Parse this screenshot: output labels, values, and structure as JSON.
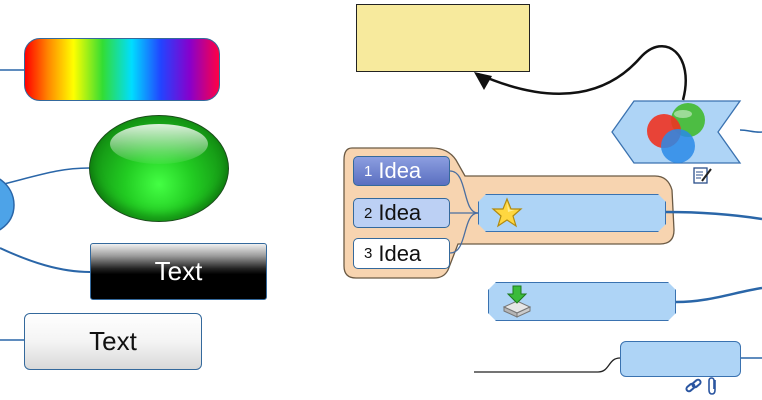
{
  "left_nodes": {
    "black_button_label": "Text",
    "white_button_label": "Text"
  },
  "idea_group": {
    "items": [
      {
        "number": "1",
        "label": "Idea"
      },
      {
        "number": "2",
        "label": "Idea"
      },
      {
        "number": "3",
        "label": "Idea"
      }
    ]
  },
  "icons": {
    "flag_topic": "color-circles-icon",
    "flag_badge": "edit-note-icon",
    "star_topic": "star-icon",
    "download_topic": "download-tray-icon",
    "link_topic": [
      "link-icon",
      "paperclip-icon"
    ]
  },
  "colors": {
    "topic_fill": "#aed4f6",
    "topic_border": "#3a72b0",
    "group_fill": "#f7d4b0",
    "note_fill": "#f7ea9d",
    "connector": "#2a66a8"
  }
}
